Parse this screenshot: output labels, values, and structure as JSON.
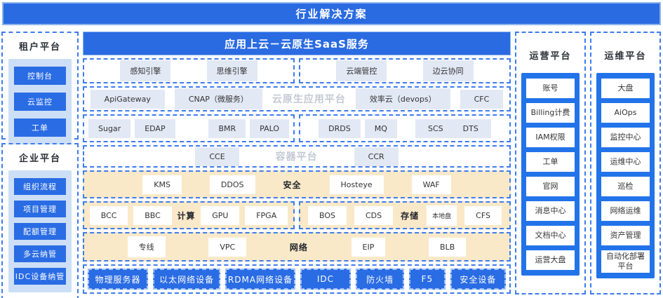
{
  "banner": {
    "title": "行业解决方案"
  },
  "left": {
    "sections": [
      {
        "title": "租户平台",
        "items": [
          "控制台",
          "云监控",
          "工单"
        ]
      },
      {
        "title": "企业平台",
        "items": [
          "组织流程",
          "项目管理",
          "配额管理",
          "多云纳管",
          "IDC设备纳管"
        ]
      }
    ]
  },
  "center": {
    "header": "应用上云－云原生SaaS服务",
    "row1": {
      "left": [
        "感知引擎",
        "思维引擎"
      ],
      "right": [
        "云端管控",
        "边云协同"
      ]
    },
    "row2": {
      "items": [
        "ApiGateway",
        "CNAP（微服务）"
      ],
      "label": "云原生应用平台",
      "items2": [
        "效率云（devops）",
        "CFC"
      ]
    },
    "row3": {
      "left": [
        "Sugar",
        "EDAP",
        "BMR",
        "PALO"
      ],
      "right": [
        "DRDS",
        "MQ"
      ],
      "wide": [
        "SCS",
        "DTS"
      ]
    },
    "row4": {
      "items": [
        "CCE"
      ],
      "label": "容器平台",
      "items2": [
        "CCR"
      ]
    },
    "row5": {
      "items": [
        "KMS",
        "DDOS"
      ],
      "label": "安全",
      "items2": [
        "Hosteye",
        "WAF"
      ]
    },
    "row6": {
      "left": {
        "items": [
          "BCC",
          "BBC"
        ],
        "label": "计算",
        "items2": [
          "GPU",
          "FPGA"
        ]
      },
      "right": {
        "items": [
          "BOS",
          "CDS"
        ],
        "label": "存储",
        "items2": [
          "本地盘",
          "CFS"
        ]
      }
    },
    "row7": {
      "items": [
        "专线",
        "VPC"
      ],
      "label": "网络",
      "items2": [
        "EIP",
        "BLB"
      ]
    },
    "row8": [
      "物理服务器",
      "以太网络设备",
      "RDMA网络设备",
      "IDC",
      "防火墙",
      "F5",
      "安全设备"
    ]
  },
  "ops": {
    "title": "运营平台",
    "items": [
      "账号",
      "Billing计费",
      "IAM权限",
      "工单",
      "官网",
      "消息中心",
      "文档中心",
      "运营大盘"
    ]
  },
  "maint": {
    "title": "运维平台",
    "items": [
      "大盘",
      "AiOps",
      "监控中心",
      "运维中心",
      "巡检",
      "网络运维",
      "资产管理",
      "自动化部署平台"
    ]
  },
  "colors": {
    "banner_blue": "#2a6be2",
    "button_blue": "#2a6ce4",
    "panel_blue": "#2273e9",
    "dashed_border_blue": "#3e7bee",
    "light_chip": "#e2e8f4",
    "light_panel_blue": "#cddff6",
    "cream": "#fae9c8",
    "ghost_label_gray": "#c3c9d4"
  }
}
